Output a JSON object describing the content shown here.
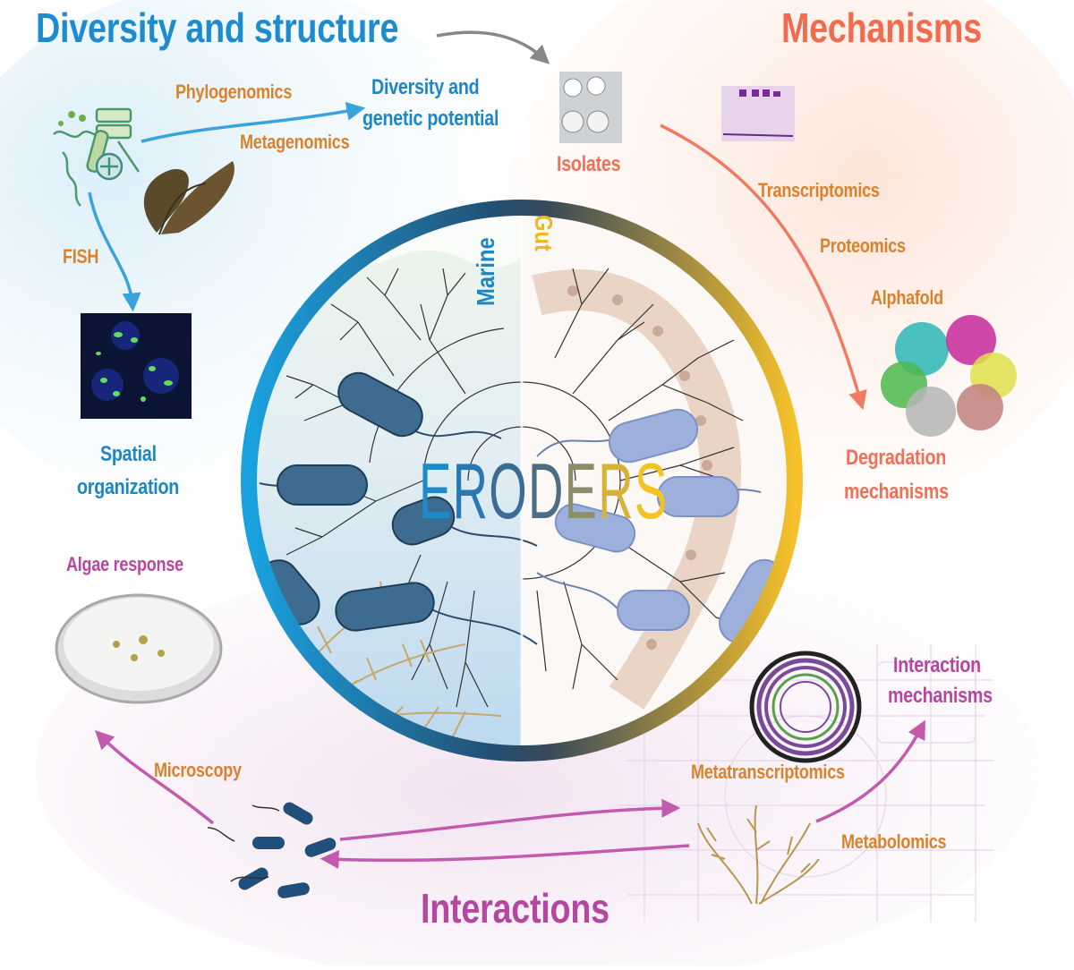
{
  "sections": {
    "diversity_title": "Diversity and structure",
    "mechanisms_title": "Mechanisms",
    "interactions_title": "Interactions"
  },
  "diversity": {
    "phylogenomics": "Phylogenomics",
    "metagenomics": "Metagenomics",
    "diversity_line1": "Diversity  and",
    "diversity_line2": "genetic potential",
    "fish": "FISH",
    "spatial_line1": "Spatial",
    "spatial_line2": "organization"
  },
  "mechanisms": {
    "isolates": "Isolates",
    "transcriptomics": "Transcriptomics",
    "proteomics": "Proteomics",
    "alphafold": "Alphafold",
    "degradation_line1": "Degradation",
    "degradation_line2": "mechanisms"
  },
  "interactions": {
    "algae_response": "Algae response",
    "microscopy": "Microscopy",
    "metatranscriptomics": "Metatranscriptomics",
    "metabolomics": "Metabolomics",
    "interaction_line1": "Interaction",
    "interaction_line2": "mechanisms"
  },
  "center": {
    "eroders_letters": [
      "E",
      "R",
      "O",
      "D",
      "E",
      "R",
      "S"
    ],
    "marine": "Marine",
    "gut": "Gut"
  },
  "colors": {
    "blue": "#1f8bcf",
    "salmon": "#f36a4f",
    "magenta": "#b4479f",
    "orange": "#d9822b",
    "gold": "#f5c02c",
    "navy": "#2b4c6c"
  }
}
